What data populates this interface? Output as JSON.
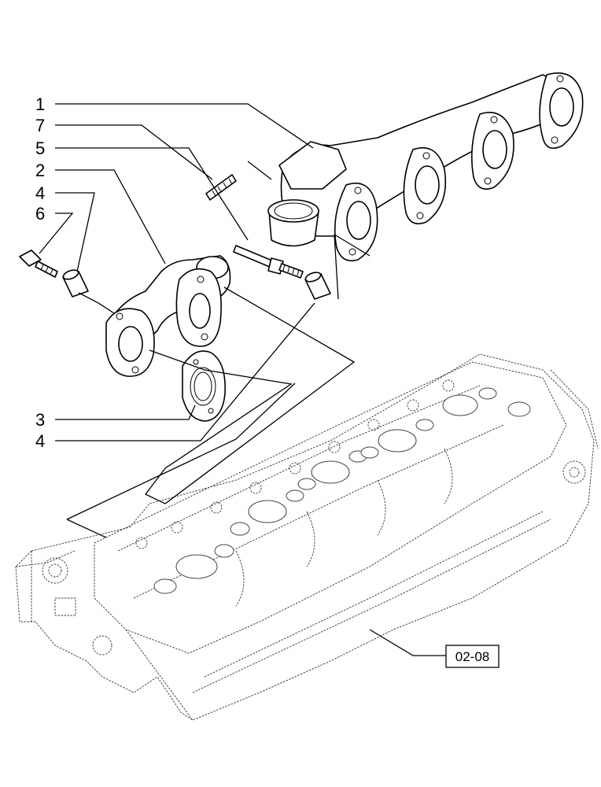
{
  "callouts": [
    {
      "id": "c1",
      "label": "1"
    },
    {
      "id": "c7",
      "label": "7"
    },
    {
      "id": "c5",
      "label": "5"
    },
    {
      "id": "c2",
      "label": "2"
    },
    {
      "id": "c4a",
      "label": "4"
    },
    {
      "id": "c6",
      "label": "6"
    },
    {
      "id": "c3",
      "label": "3"
    },
    {
      "id": "c4b",
      "label": "4"
    }
  ],
  "reference_box": {
    "label": "02-08"
  }
}
